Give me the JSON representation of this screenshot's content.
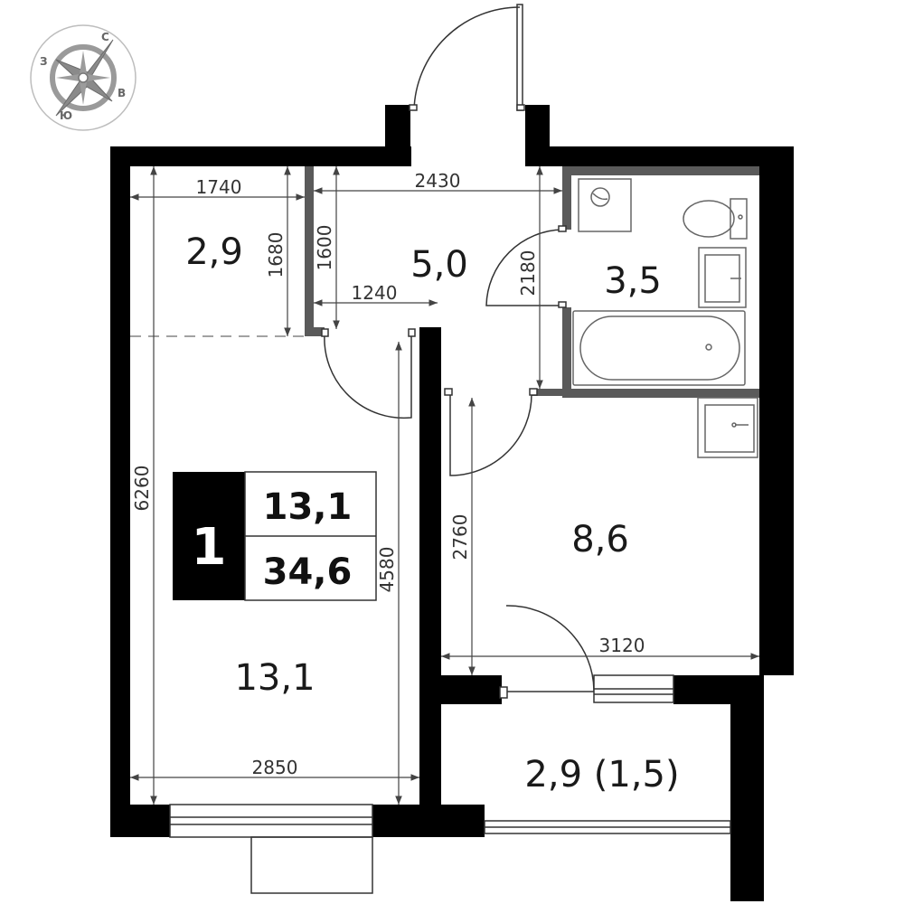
{
  "compass": {
    "n": "С",
    "e": "В",
    "s": "Ю",
    "w": "З"
  },
  "badge": {
    "rooms": "1",
    "living_area": "13,1",
    "total_area": "34,6"
  },
  "rooms": {
    "wardrobe": "2,9",
    "hall": "5,0",
    "bathroom": "3,5",
    "kitchen": "8,6",
    "living": "13,1",
    "loggia": "2,9 (1,5)"
  },
  "dimensions": {
    "d1740": "1740",
    "d2430": "2430",
    "d1680": "1680",
    "d1600": "1600",
    "d1240": "1240",
    "d2180": "2180",
    "d6260": "6260",
    "d4580": "4580",
    "d2760": "2760",
    "d3120": "3120",
    "d2850": "2850"
  },
  "colors": {
    "wall": "#000000",
    "partition": "#5a5a5a",
    "fixture": "#7a7a7a",
    "dim_line": "#444444"
  }
}
